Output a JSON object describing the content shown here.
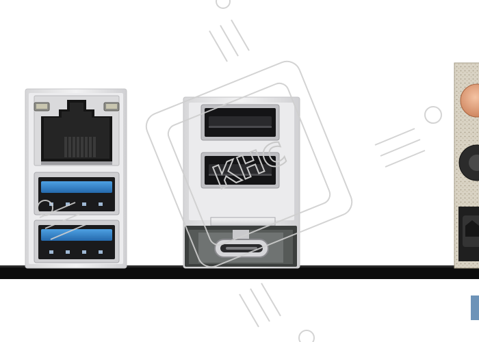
{
  "photo": {
    "subject": "motherboard-rear-io-ports",
    "watermark_text": "КНС",
    "colors": {
      "background": "#ffffff",
      "bracket_base": "#0c0c0c",
      "usb3_blue": "#2f84cc",
      "usb2_black": "#1b1b1b",
      "metal_shield": "#e9e9ea",
      "audio_orange": "#e6a27c",
      "corner_tab_blue": "#6d93b8"
    },
    "ports": [
      {
        "kind": "rj45-ethernet"
      },
      {
        "kind": "usb-3.0-type-a"
      },
      {
        "kind": "usb-3.0-type-a"
      },
      {
        "kind": "usb-2.0-type-a"
      },
      {
        "kind": "usb-2.0-type-a"
      },
      {
        "kind": "usb-type-c"
      },
      {
        "kind": "audio-jacks"
      }
    ]
  }
}
